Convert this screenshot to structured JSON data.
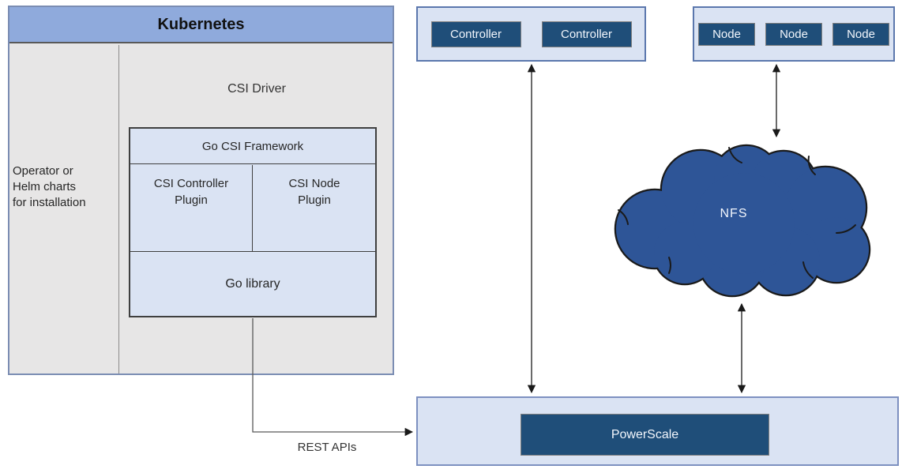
{
  "kubernetes": {
    "title": "Kubernetes",
    "operator_label": "Operator or\nHelm charts\nfor installation",
    "csi_driver_label": "CSI Driver",
    "framework_label": "Go CSI Framework",
    "controller_plugin_label": "CSI Controller\nPlugin",
    "node_plugin_label": "CSI Node\nPlugin",
    "go_library_label": "Go library"
  },
  "controllers": {
    "items": [
      "Controller",
      "Controller"
    ]
  },
  "nodes": {
    "items": [
      "Node",
      "Node",
      "Node"
    ]
  },
  "cloud": {
    "label": "NFS"
  },
  "powerscale": {
    "label": "PowerScale"
  },
  "connectors": {
    "rest_apis_label": "REST APIs"
  },
  "colors": {
    "header_blue": "#8faadc",
    "body_gray": "#e7e6e6",
    "light_blue_fill": "#dae3f3",
    "dark_navy_chip": "#1f4e79",
    "cloud_blue": "#2e5597",
    "container_border_blue": "#5b77ad",
    "arrow_black": "#1a1a1a",
    "elbow_gray": "#595959"
  }
}
